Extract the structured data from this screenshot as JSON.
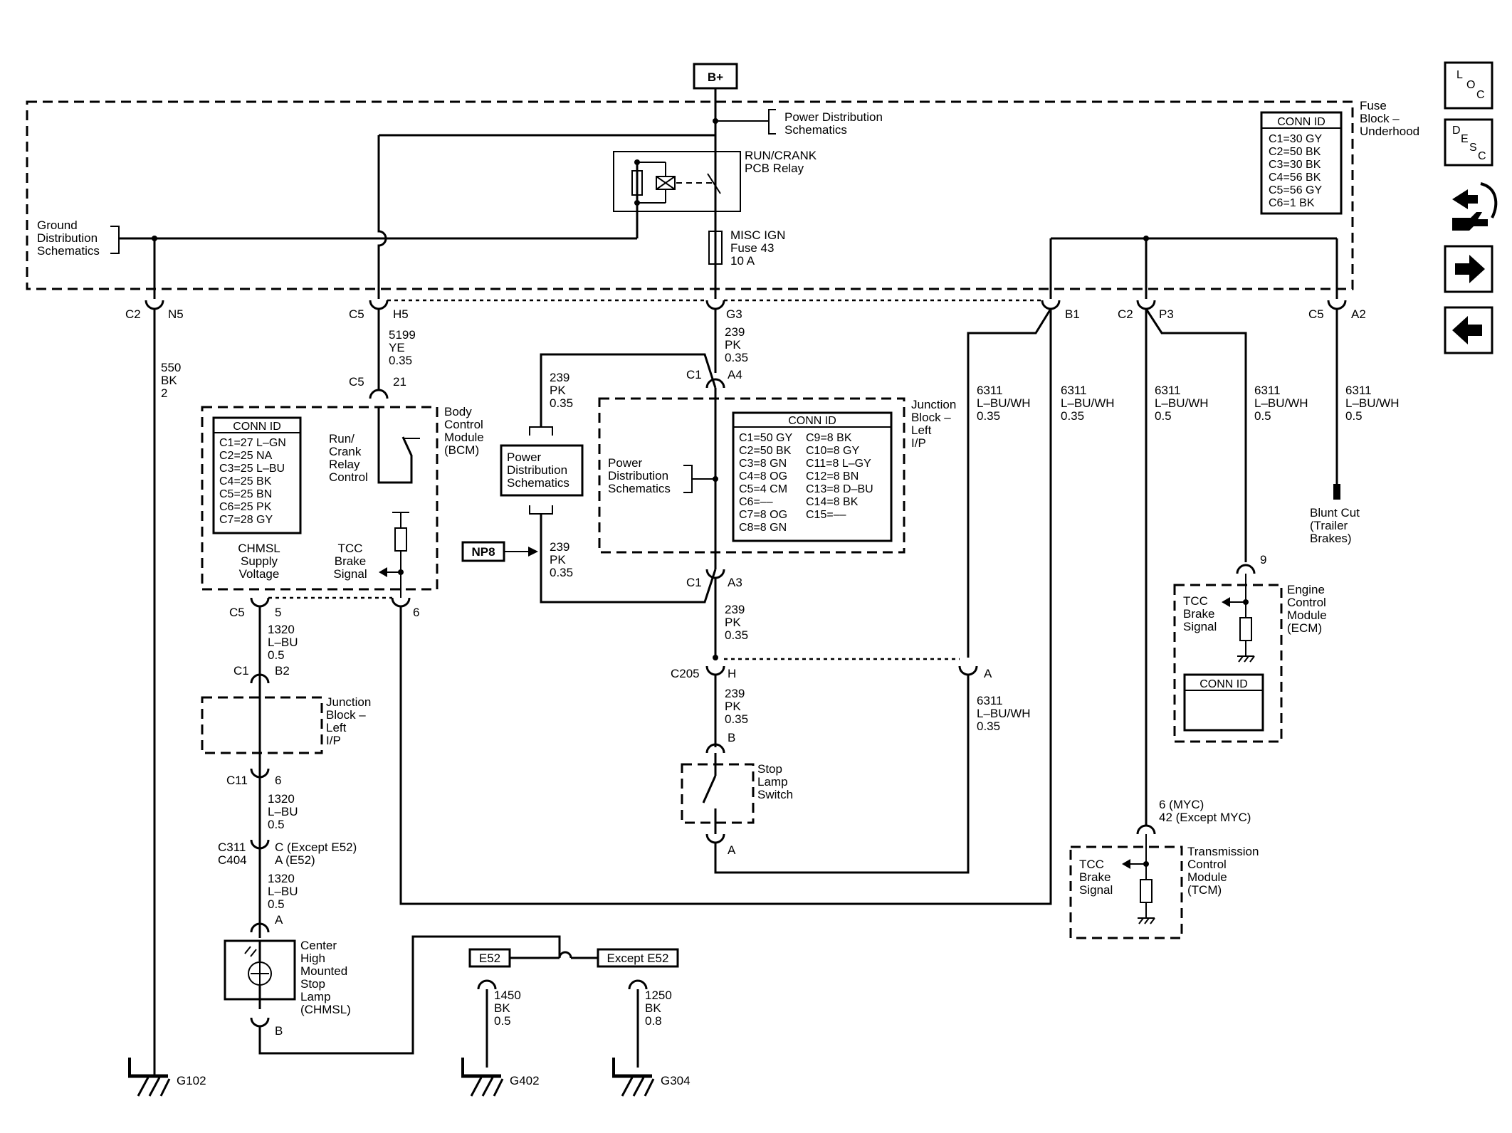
{
  "battery": "B+",
  "fuse_block": {
    "title": [
      "Fuse",
      "Block –",
      "Underhood"
    ],
    "conn_header": "CONN ID",
    "conn": [
      "C1=30 GY",
      "C2=50 BK",
      "C3=30 BK",
      "C4=56 BK",
      "C5=56 GY",
      "C6=1 BK"
    ],
    "power_ref": [
      "Power Distribution",
      "Schematics"
    ],
    "ground_ref": [
      "Ground",
      "Distribution",
      "Schematics"
    ],
    "relay": [
      "RUN/CRANK",
      "PCB Relay"
    ],
    "fuse": [
      "MISC IGN",
      "Fuse 43",
      "10 A"
    ]
  },
  "pins": {
    "c2": "C2",
    "n5": "N5",
    "c5": "C5",
    "h5": "H5",
    "g3": "G3",
    "b1": "B1",
    "c2b": "C2",
    "p3": "P3",
    "c5b": "C5",
    "a2": "A2",
    "c5c": "C5",
    "p21": "21",
    "c1": "C1",
    "a4": "A4",
    "c1b": "C1",
    "a3": "A3",
    "c5d": "C5",
    "p5": "5",
    "p6": "6",
    "c1c": "C1",
    "b2": "B2",
    "c11": "C11",
    "p6b": "6",
    "c311": "C311",
    "c404": "C404",
    "cexc": "C (Except E52)",
    "ae52": "A (E52)",
    "pa": "A",
    "pb": "B",
    "c205": "C205",
    "h": "H",
    "pa2": "A",
    "sb": "B",
    "sa": "A",
    "p9": "9",
    "myc6": "6 (MYC)",
    "myc42": "42 (Except MYC)"
  },
  "wires": {
    "w550": [
      "550",
      "BK",
      "2"
    ],
    "w5199": [
      "5199",
      "YE",
      "0.35"
    ],
    "w239a": [
      "239",
      "PK",
      "0.35"
    ],
    "w239b": [
      "239",
      "PK",
      "0.35"
    ],
    "w239c": [
      "239",
      "PK",
      "0.35"
    ],
    "w239d": [
      "239",
      "PK",
      "0.35"
    ],
    "w239e": [
      "239",
      "PK",
      "0.35"
    ],
    "w6311a": [
      "6311",
      "L–BU/WH",
      "0.35"
    ],
    "w6311b": [
      "6311",
      "L–BU/WH",
      "0.35"
    ],
    "w6311c": [
      "6311",
      "L–BU/WH",
      "0.5"
    ],
    "w6311d": [
      "6311",
      "L–BU/WH",
      "0.5"
    ],
    "w6311e": [
      "6311",
      "L–BU/WH",
      "0.5"
    ],
    "w6311f": [
      "6311",
      "L–BU/WH",
      "0.35"
    ],
    "w1320a": [
      "1320",
      "L–BU",
      "0.5"
    ],
    "w1320b": [
      "1320",
      "L–BU",
      "0.5"
    ],
    "w1320c": [
      "1320",
      "L–BU",
      "0.5"
    ],
    "w1450": [
      "1450",
      "BK",
      "0.5"
    ],
    "w1250": [
      "1250",
      "BK",
      "0.8"
    ]
  },
  "bcm": {
    "title": [
      "Body",
      "Control",
      "Module",
      "(BCM)"
    ],
    "conn_header": "CONN ID",
    "conn": [
      "C1=27 L–GN",
      "C2=25 NA",
      "C3=25 L–BU",
      "C4=25 BK",
      "C5=25 BN",
      "C6=25 PK",
      "C7=28 GY"
    ],
    "relay_ctrl": [
      "Run/",
      "Crank",
      "Relay",
      "Control"
    ],
    "chmsl_supply": [
      "CHMSL",
      "Supply",
      "Voltage"
    ],
    "tcc": [
      "TCC",
      "Brake",
      "Signal"
    ]
  },
  "jb_ip": {
    "title": [
      "Junction",
      "Block –",
      "Left",
      "I/P"
    ],
    "conn_header": "CONN ID",
    "conn_left": [
      "C1=50 GY",
      "C2=50 BK",
      "C3=8 GN",
      "C4=8 OG",
      "C5=4 CM",
      "C6=––",
      "C7=8 OG",
      "C8=8 GN"
    ],
    "conn_right": [
      "C9=8 BK",
      "C10=8 GY",
      "C11=8 L–GY",
      "C12=8 BN",
      "C13=8 D–BU",
      "C14=8 BK",
      "C15=––"
    ],
    "power_ref": [
      "Power",
      "Distribution",
      "Schematics"
    ]
  },
  "pds_box": [
    "Power",
    "Distribution",
    "Schematics"
  ],
  "np8": "NP8",
  "jb_small": [
    "Junction",
    "Block –",
    "Left",
    "I/P"
  ],
  "stop_switch": [
    "Stop",
    "Lamp",
    "Switch"
  ],
  "chmsl": [
    "Center",
    "High",
    "Mounted",
    "Stop",
    "Lamp",
    "(CHMSL)"
  ],
  "e52": "E52",
  "except_e52": "Except E52",
  "grounds": {
    "g102": "G102",
    "g402": "G402",
    "g304": "G304"
  },
  "blunt_cut": [
    "Blunt Cut",
    "(Trailer",
    "Brakes)"
  ],
  "ecm": {
    "title": [
      "Engine",
      "Control",
      "Module",
      "(ECM)"
    ],
    "tcc": [
      "TCC",
      "Brake",
      "Signal"
    ],
    "conn_header": "CONN ID"
  },
  "tcm": {
    "title": [
      "Transmission",
      "Control",
      "Module",
      "(TCM)"
    ],
    "tcc": [
      "TCC",
      "Brake",
      "Signal"
    ]
  },
  "nav": {
    "loc": [
      "L",
      "O",
      "C"
    ],
    "desc": [
      "D",
      "E",
      "S",
      "C"
    ],
    "next_icon": "arrow-right-icon",
    "prev_icon": "arrow-left-icon",
    "tool_icon": "diagnostic-tool-icon"
  }
}
